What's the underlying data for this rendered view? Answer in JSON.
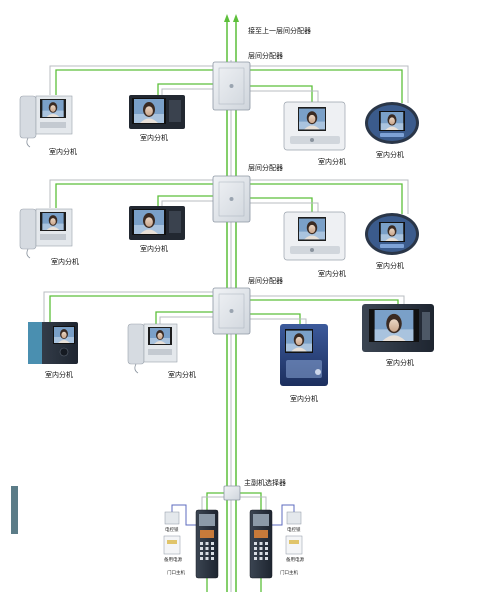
{
  "labels": {
    "to_upper_floor": "接至上一层间分配器",
    "floor_distributor": "层间分配器",
    "indoor_unit": "室内分机",
    "main_sub_selector": "主副机选择器",
    "door_unit": "门口主机",
    "power_supply": "电控锁",
    "standby_power": "备用电源"
  },
  "colors": {
    "wire_green": "#5cbf3a",
    "wire_gray": "#b8bcc2",
    "distributor_fill": "#e3e7ec",
    "indoor_body": "#d6dbe1",
    "dark_body": "#2b3440",
    "screen_bezel": "#1e1e1e"
  },
  "icons": {
    "distributor": "distributor-box-icon",
    "indoor_phone": "intercom-handset-icon",
    "monitor": "video-monitor-icon",
    "door_station": "door-station-icon"
  }
}
